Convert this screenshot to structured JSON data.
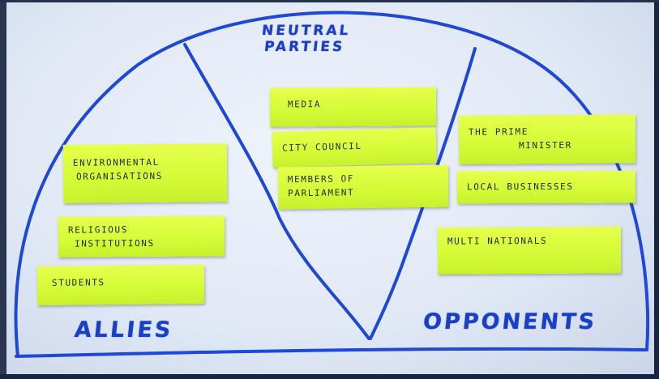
{
  "zones": {
    "neutral": {
      "line1": "NEUTRAL",
      "line2": "PARTIES"
    },
    "allies": "ALLIES",
    "opponents": "OPPONENTS"
  },
  "notes": {
    "environmental": {
      "line1": "ENVIRONMENTAL",
      "line2": "ORGANISATIONS"
    },
    "religious": {
      "line1": "RELIGIOUS",
      "line2": "INSTITUTIONS"
    },
    "students": "STUDENTS",
    "media": "MEDIA",
    "city_council": "CITY COUNCIL",
    "members": {
      "line1": "MEMBERS OF",
      "line2": "PARLIAMENT"
    },
    "prime_minister": {
      "line1": "THE PRIME",
      "line2": "MINISTER"
    },
    "local_businesses": "LOCAL BUSINESSES",
    "multinationals": "MULTI NATIONALS"
  },
  "colors": {
    "marker": "#1a3fc7",
    "sticky_note": "#d4fb36",
    "paper": "#e4ecf8"
  }
}
